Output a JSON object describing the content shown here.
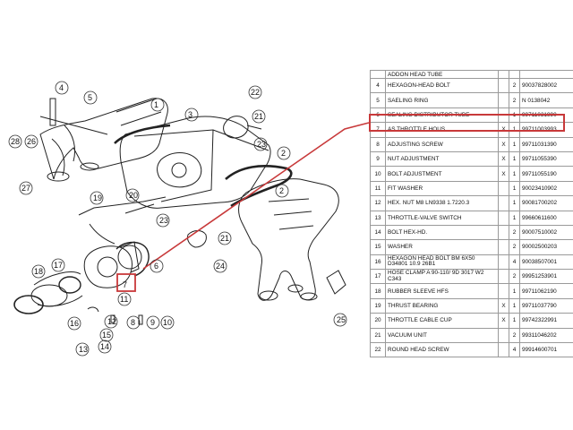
{
  "accent_color": "#c8393a",
  "table_top_partial": "ADDON HEAD TUBE",
  "rows": [
    {
      "num": "4",
      "desc": "HEXAGON-HEAD BOLT",
      "x": "",
      "qty": "2",
      "pn": "90037828002"
    },
    {
      "num": "5",
      "desc": "SAELING RING",
      "x": "",
      "qty": "2",
      "pn": "N  0138042"
    },
    {
      "num": "6",
      "desc": "SEALING DISTRIBUTOR TUBE",
      "x": "",
      "qty": "1",
      "pn": "99711031990"
    },
    {
      "num": "7",
      "desc": "AS THROTTLE HOUS.",
      "x": "X",
      "qty": "1",
      "pn": "99711003993"
    },
    {
      "num": "8",
      "desc": "ADJUSTING SCREW",
      "x": "X",
      "qty": "1",
      "pn": "99711031390"
    },
    {
      "num": "9",
      "desc": "NUT ADJUSTMENT",
      "x": "X",
      "qty": "1",
      "pn": "99711055390"
    },
    {
      "num": "10",
      "desc": "BOLT ADJUSTMENT",
      "x": "X",
      "qty": "1",
      "pn": "99711055190"
    },
    {
      "num": "11",
      "desc": "FIT WASHER",
      "x": "",
      "qty": "1",
      "pn": "90023410902"
    },
    {
      "num": "12",
      "desc": "HEX. NUT M8 LN9338 1.7220.3",
      "x": "",
      "qty": "1",
      "pn": "90081700202"
    },
    {
      "num": "13",
      "desc": "THROTTLE-VALVE SWITCH",
      "x": "",
      "qty": "1",
      "pn": "99660611600"
    },
    {
      "num": "14",
      "desc": "BOLT HEX-HD.",
      "x": "",
      "qty": "2",
      "pn": "90007510002"
    },
    {
      "num": "15",
      "desc": "WASHER",
      "x": "",
      "qty": "2",
      "pn": "90002500203"
    },
    {
      "num": "16",
      "desc": "HEXAGON HEAD BOLT BM 6X50 D34801 10.9 26B1",
      "x": "",
      "qty": "4",
      "pn": "90038507001"
    },
    {
      "num": "17",
      "desc": "HOSE CLAMP A 90-110/ 9D 3017 W2 C343",
      "x": "",
      "qty": "2",
      "pn": "99951253901"
    },
    {
      "num": "18",
      "desc": "RUBBER SLEEVE HFS",
      "x": "",
      "qty": "1",
      "pn": "99711062190"
    },
    {
      "num": "19",
      "desc": "THRUST BEARING",
      "x": "X",
      "qty": "1",
      "pn": "99711037790"
    },
    {
      "num": "20",
      "desc": "THROTTLE CABLE CUP",
      "x": "X",
      "qty": "1",
      "pn": "99742322991"
    },
    {
      "num": "21",
      "desc": "VACUUM UNIT",
      "x": "",
      "qty": "2",
      "pn": "99311046202"
    },
    {
      "num": "22",
      "desc": "ROUND HEAD SCREW",
      "x": "",
      "qty": "4",
      "pn": "99914600701"
    }
  ],
  "callouts": [
    "1",
    "2",
    "3",
    "4",
    "5",
    "6",
    "7",
    "8",
    "9",
    "10",
    "11",
    "12",
    "13",
    "14",
    "15",
    "16",
    "17",
    "18",
    "19",
    "20",
    "21",
    "22",
    "23",
    "24",
    "25",
    "26",
    "27",
    "28"
  ]
}
